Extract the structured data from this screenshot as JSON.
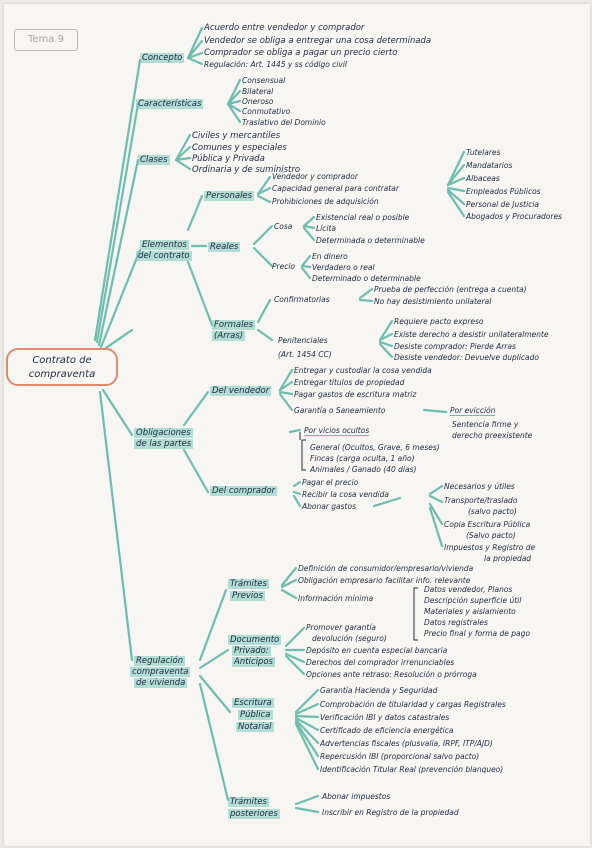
{
  "tema": "Tema 9",
  "root": {
    "line1": "Contrato de",
    "line2": "compraventa"
  },
  "concepto": {
    "label": "Concepto",
    "items": [
      "Acuerdo entre vendedor y comprador",
      "Vendedor se obliga a entregar una cosa determinada",
      "Comprador se obliga a pagar un precio cierto",
      "Regulación: Art. 1445 y ss código civil"
    ]
  },
  "caracteristicas": {
    "label": "Características",
    "items": [
      "Consensual",
      "Bilateral",
      "Oneroso",
      "Conmutativo",
      "Traslativo del Dominio"
    ]
  },
  "clases": {
    "label": "Clases",
    "items": [
      "Civiles y mercantiles",
      "Comunes y especiales",
      "Pública y Privada",
      "Ordinaria y de suministro"
    ]
  },
  "elementos": {
    "label1": "Elementos",
    "label2": "del contrato",
    "personales": {
      "label": "Personales",
      "items": [
        "Vendedor y comprador",
        "Capacidad general para contratar",
        "Prohibiciones de adquisición"
      ],
      "prohibiciones": [
        "Tutelares",
        "Mandatarios",
        "Albaceas",
        "Empleados Públicos",
        "Personal de Justicia",
        "Abogados y Procuradores"
      ]
    },
    "reales": {
      "label": "Reales",
      "cosa": {
        "label": "Cosa",
        "items": [
          "Existencial real o posible",
          "Lícita",
          "Determinada o determinable"
        ]
      },
      "precio": {
        "label": "Precio",
        "items": [
          "En dinero",
          "Verdadero o real",
          "Determinado o determinable"
        ]
      }
    },
    "formales": {
      "label1": "Formales",
      "label2": "(Arras)",
      "confirmatorias": {
        "label": "Confirmatorias",
        "items": [
          "Prueba de perfección (entrega a cuenta)",
          "No hay desistimiento unilateral"
        ]
      },
      "penitenciales": {
        "label": "Penitenciales",
        "ref": "(Art. 1454 CC)",
        "items": [
          "Requiere pacto expreso",
          "Existe derecho a desistir unilateralmente",
          "Desiste comprador: Pierde Arras",
          "Desiste vendedor: Devuelve duplicado"
        ]
      }
    }
  },
  "obligaciones": {
    "label1": "Obligaciones",
    "label2": "de las partes",
    "vendedor": {
      "label": "Del vendedor",
      "items": [
        "Entregar y custodiar la cosa vendida",
        "Entregar títulos de propiedad",
        "Pagar gastos de escritura matriz",
        "Garantía o Saneamiento"
      ],
      "eviccion": "Por evicción",
      "eviccion_items": [
        "Sentencia firme y",
        "derecho preexistente"
      ],
      "vicios": "Por vicios ocultos",
      "vicios_items": [
        "General (Ocultos, Grave, 6 meses)",
        "Fincas (carga oculta, 1 año)",
        "Animales / Ganado (40 días)"
      ]
    },
    "comprador": {
      "label": "Del comprador",
      "items": [
        "Pagar el precio",
        "Recibir la cosa vendida",
        "Abonar gastos"
      ],
      "gastos": [
        "Necesarios y útiles",
        "Transporte/traslado",
        "(salvo pacto)",
        "Copia Escritura Pública",
        "(Salvo pacto)",
        "Impuestos y Registro de",
        "la propiedad"
      ]
    }
  },
  "regulacion": {
    "label1": "Regulación",
    "label2": "compraventa",
    "label3": "de vivienda",
    "tramites_previos": {
      "label1": "Trámites",
      "label2": "Previos",
      "items": [
        "Definición de consumidor/empresario/vivienda",
        "Obligación empresario facilitar info. relevante",
        "Información mínima"
      ],
      "info_minima": [
        "Datos vendedor, Planos",
        "Descripción superficie útil",
        "Materiales y aislamiento",
        "Datos registrales",
        "Precio final y forma de pago"
      ]
    },
    "documento_privado": {
      "label1": "Documento",
      "label2": "Privado:",
      "label3": "Anticipos",
      "items": [
        "Promover garantía",
        "devolución (seguro)",
        "Depósito en cuenta especial bancaria",
        "Derechos del comprador irrenunciables",
        "Opciones ante retraso: Resolución o prórroga"
      ]
    },
    "escritura": {
      "label1": "Escritura",
      "label2": "Pública",
      "label3": "Notarial",
      "items": [
        "Garantía Hacienda y Seguridad",
        "Comprobación de titularidad y cargas Registrales",
        "Verificación IBI y datos catastrales",
        "Certificado de eficiencia energética",
        "Advertencias fiscales (plusvalía, IRPF, ITP/AJD)",
        "Repercusión IBI (proporcional salvo pacto)",
        "Identificación Titular Real (prevención blanqueo)"
      ]
    },
    "tramites_posteriores": {
      "label1": "Trámites",
      "label2": "posteriores",
      "items": [
        "Abonar impuestos",
        "Inscribir en Registro de la propiedad"
      ]
    }
  },
  "colors": {
    "branch": "#6dbdb0",
    "highlight": "#8fd3c6",
    "root_border": "#e08a6d",
    "ink": "#1f2a40"
  }
}
